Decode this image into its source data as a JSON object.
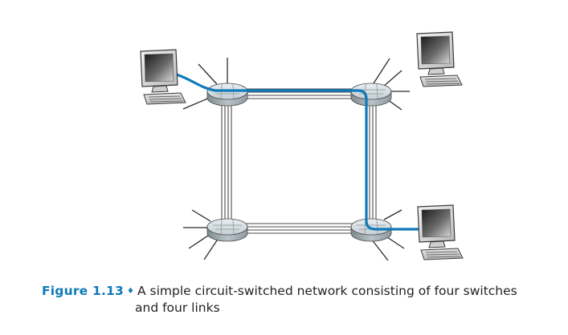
{
  "figure": {
    "label": "Figure 1.13",
    "bullet": "♦",
    "caption_line1": "A simple circuit-switched network consisting of four switches",
    "caption_line2": "and four links"
  },
  "colors": {
    "circuit_path": "#0f7ab8",
    "figure_label": "#0f7ab8",
    "link_line": "#555555",
    "text": "#231f20"
  },
  "diagram": {
    "switches": [
      {
        "id": "switch-top-left",
        "icon": "switch-icon"
      },
      {
        "id": "switch-top-right",
        "icon": "switch-icon"
      },
      {
        "id": "switch-bottom-left",
        "icon": "switch-icon"
      },
      {
        "id": "switch-bottom-right",
        "icon": "switch-icon"
      }
    ],
    "hosts": [
      {
        "id": "host-top-left",
        "icon": "computer-icon"
      },
      {
        "id": "host-top-right",
        "icon": "computer-icon"
      },
      {
        "id": "host-bottom-right",
        "icon": "computer-icon"
      }
    ],
    "links": [
      {
        "from": "switch-top-left",
        "to": "switch-top-right",
        "circuits": 4
      },
      {
        "from": "switch-top-left",
        "to": "switch-bottom-left",
        "circuits": 4
      },
      {
        "from": "switch-top-right",
        "to": "switch-bottom-right",
        "circuits": 4
      },
      {
        "from": "switch-bottom-left",
        "to": "switch-bottom-right",
        "circuits": 4
      }
    ],
    "circuit_path": [
      "host-top-left",
      "switch-top-left",
      "switch-top-right",
      "switch-bottom-right",
      "host-bottom-right"
    ]
  }
}
